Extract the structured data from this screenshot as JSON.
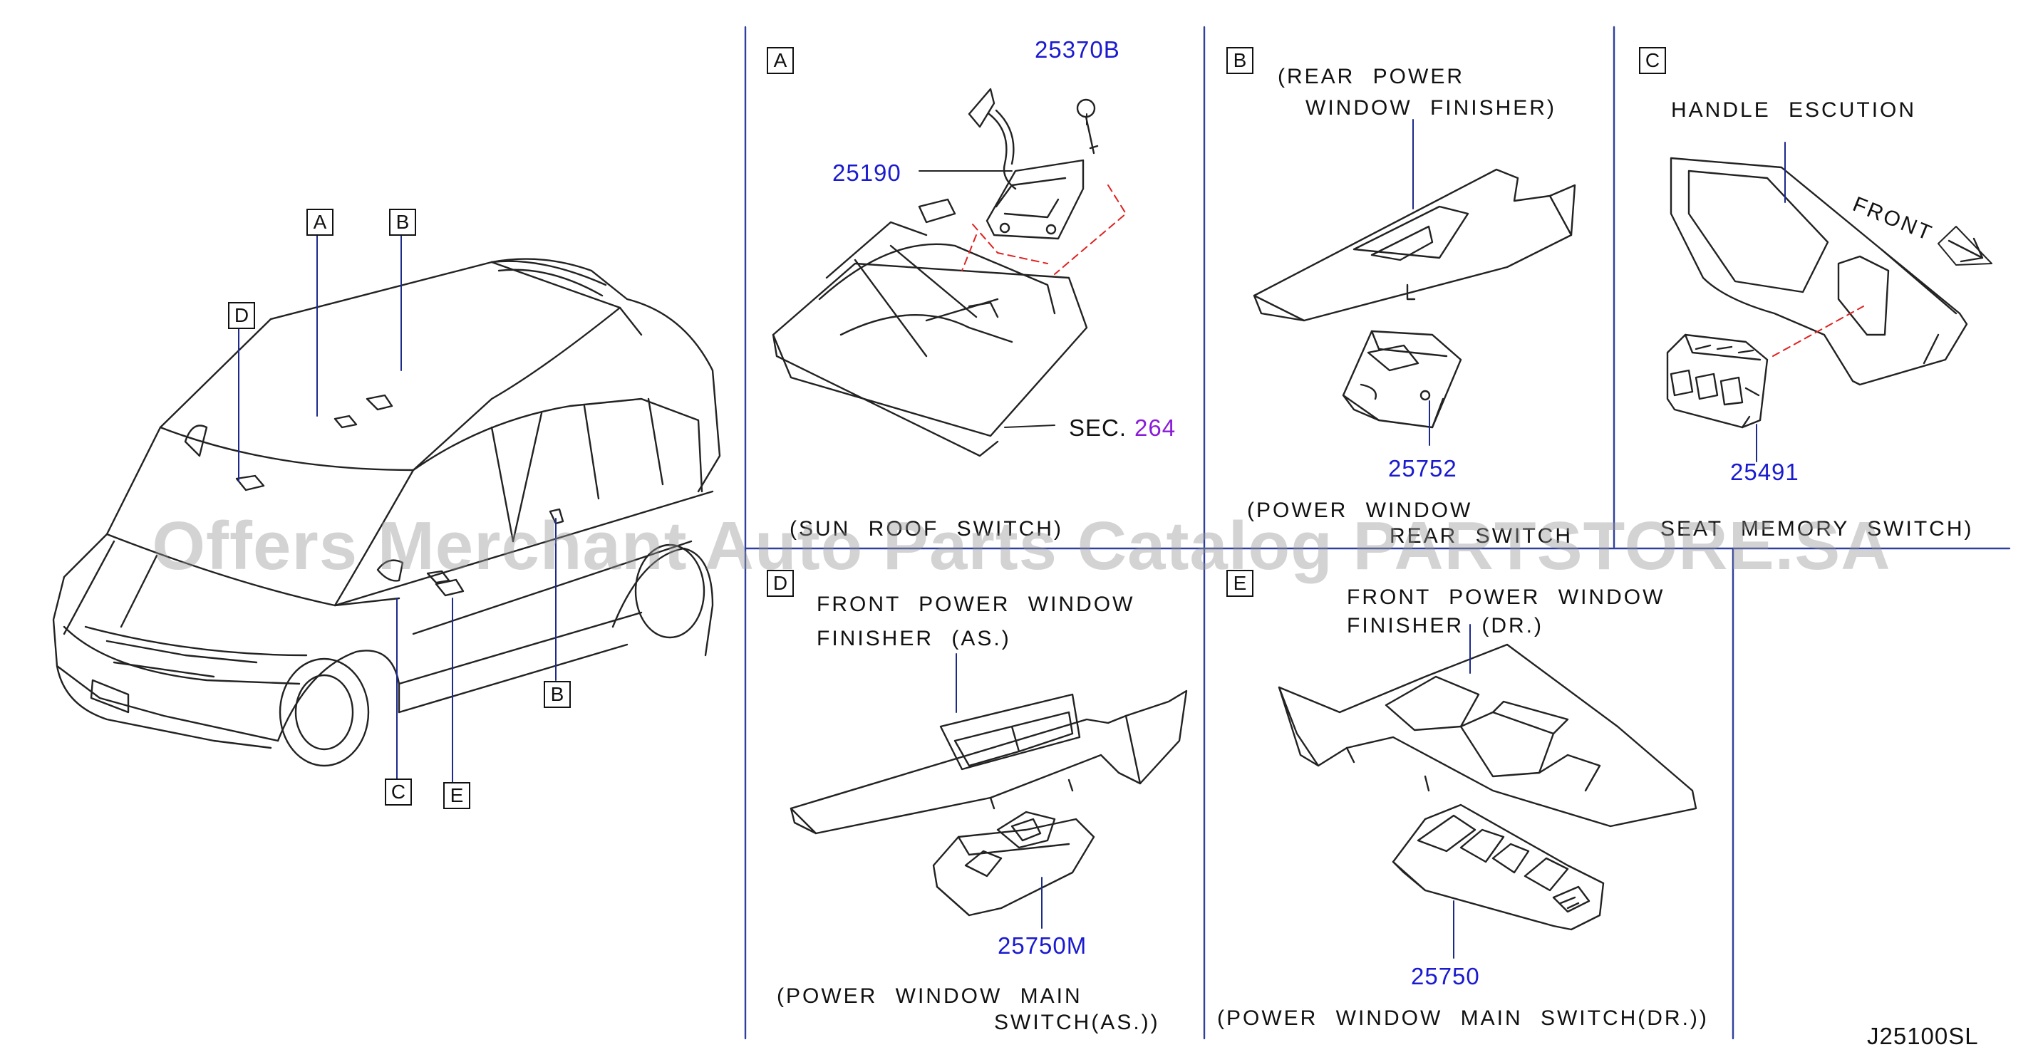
{
  "watermark": "Offers Merchant Auto Parts Catalog PARTSTORE.SA",
  "diagram_code": "J25100SL",
  "overview": {
    "callouts": {
      "a": "A",
      "b": "B",
      "d": "D",
      "b2": "B",
      "c": "C",
      "e": "E"
    }
  },
  "panel_a": {
    "letter": "A",
    "part_harness": "25370B",
    "part_switch": "25190",
    "sec_label": "SEC.",
    "sec_number": "264",
    "caption": "(SUN ROOF SWITCH)"
  },
  "panel_b": {
    "letter": "B",
    "finisher_line1": "(REAR POWER",
    "finisher_line2": "WINDOW FINISHER)",
    "part": "25752",
    "caption_line1": "(POWER WINDOW",
    "caption_line2": "REAR SWITCH"
  },
  "panel_c": {
    "letter": "C",
    "escution": "HANDLE ESCUTION",
    "front": "FRONT",
    "part": "25491",
    "caption": "SEAT MEMORY SWITCH)"
  },
  "panel_d": {
    "letter": "D",
    "finisher_line1": "FRONT POWER WINDOW",
    "finisher_line2": "FINISHER (AS.)",
    "part": "25750M",
    "caption_line1": "(POWER WINDOW MAIN",
    "caption_line2": "SWITCH(AS.))"
  },
  "panel_e": {
    "letter": "E",
    "finisher_line1": "FRONT POWER WINDOW",
    "finisher_line2": "FINISHER (DR.)",
    "part": "25750",
    "caption": "(POWER WINDOW MAIN SWITCH(DR.))"
  },
  "colors": {
    "divider": "#2f3f9e",
    "part_number": "#1a1ad0",
    "sec_number": "#8a1bd8",
    "dashed": "#e02020"
  }
}
